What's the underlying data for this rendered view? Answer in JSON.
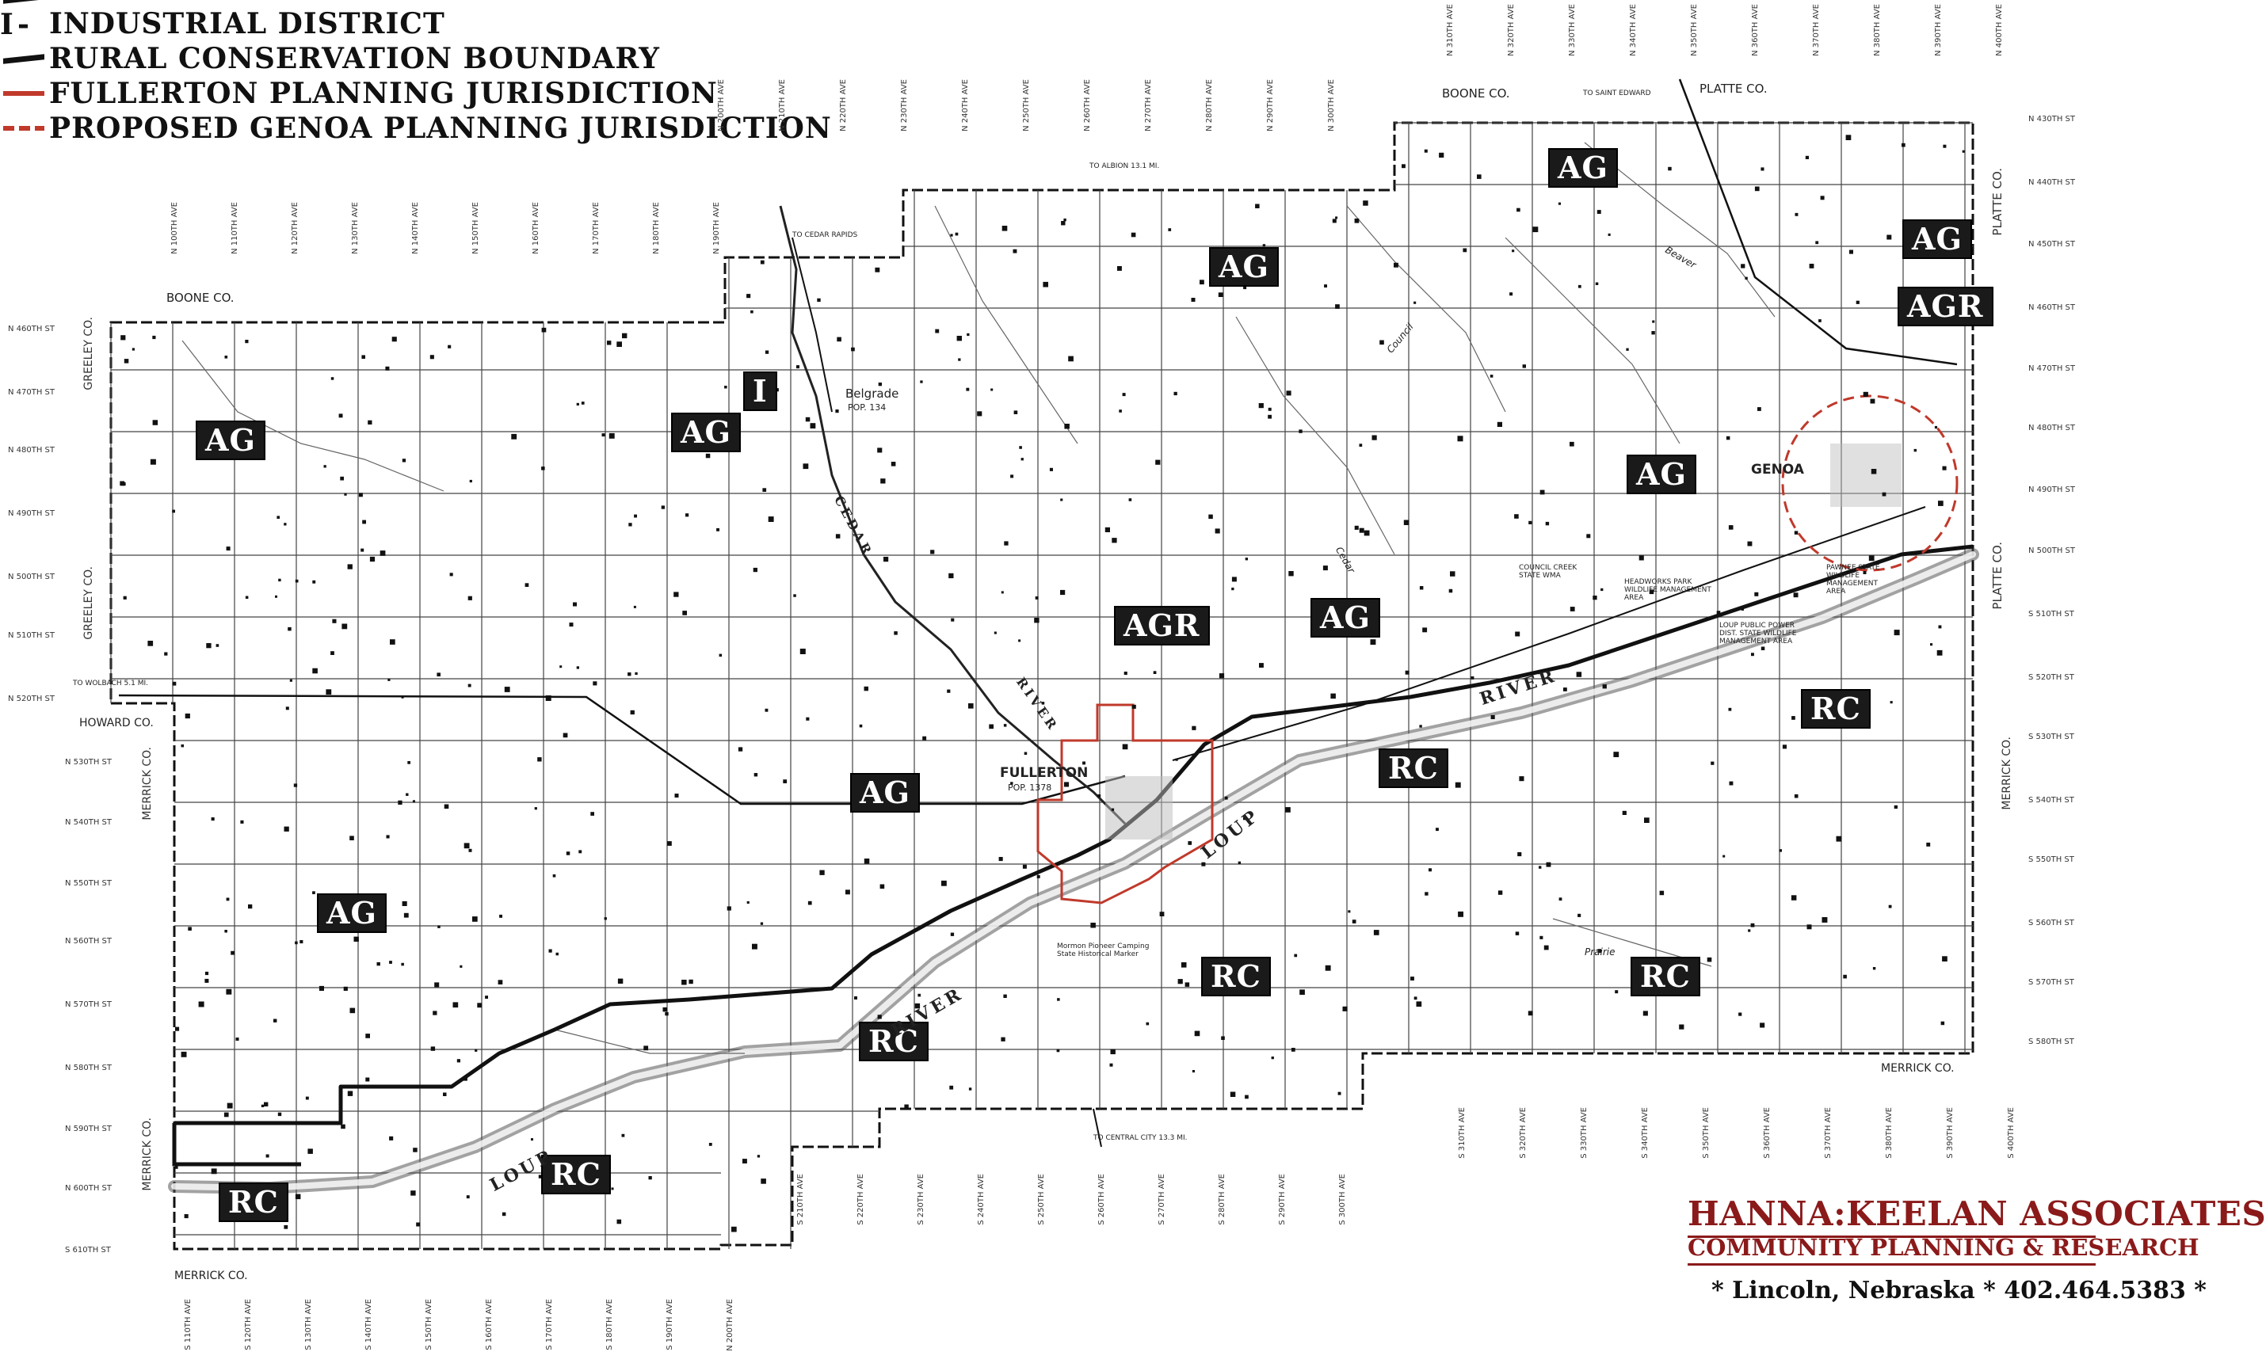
{
  "legend": {
    "items": [
      {
        "symbol": "line",
        "label": "RURAL CONSERVATION BOUNDARY"
      },
      {
        "symbol": "letter",
        "symbol_text": "I",
        "label": "INDUSTRIAL DISTRICT"
      },
      {
        "symbol": "red-line",
        "label": "FULLERTON PLANNING JURISDICTION"
      },
      {
        "symbol": "red-dash",
        "label": "PROPOSED GENOA PLANNING JURISDICTION"
      }
    ]
  },
  "zones": [
    {
      "code": "AG"
    },
    {
      "code": "AG"
    },
    {
      "code": "AG"
    },
    {
      "code": "AG"
    },
    {
      "code": "AG"
    },
    {
      "code": "AG"
    },
    {
      "code": "AG"
    },
    {
      "code": "AG"
    },
    {
      "code": "AGR"
    },
    {
      "code": "AGR"
    },
    {
      "code": "I"
    },
    {
      "code": "RC"
    },
    {
      "code": "RC"
    },
    {
      "code": "RC"
    },
    {
      "code": "RC"
    },
    {
      "code": "RC"
    },
    {
      "code": "RC"
    },
    {
      "code": "RC"
    }
  ],
  "places": {
    "fullerton": "FULLERTON",
    "fullerton_pop": "POP. 1378",
    "genoa": "GENOA",
    "belgrade": "Belgrade",
    "belgrade_pop": "POP. 134"
  },
  "rivers": {
    "loup_1": "LOUP",
    "loup_2": "LOUP",
    "river_1": "RIVER",
    "river_2": "RIVER",
    "cedar": "CEDAR",
    "river_3": "RIVER"
  },
  "counties": {
    "boone_top": "BOONE CO.",
    "boone_left": "BOONE CO.",
    "platte_top": "PLATTE CO.",
    "platte_right_1": "PLATTE CO.",
    "platte_right_2": "PLATTE CO.",
    "greeley_1": "GREELEY CO.",
    "greeley_2": "GREELEY CO.",
    "howard": "HOWARD CO.",
    "merrick_left_1": "MERRICK CO.",
    "merrick_left_2": "MERRICK CO.",
    "merrick_bottom": "MERRICK CO.",
    "merrick_right": "MERRICK CO.",
    "merrick_right_bottom": "MERRICK CO."
  },
  "street_labels": {
    "right": [
      "N 430TH ST",
      "N 440TH ST",
      "N 450TH ST",
      "N 460TH ST",
      "N 470TH ST",
      "N 480TH ST",
      "N 490TH ST",
      "N 500TH ST",
      "S 510TH ST",
      "S 520TH ST",
      "S 530TH ST",
      "S 540TH ST",
      "S 550TH ST",
      "S 560TH ST",
      "S 570TH ST",
      "S 580TH ST"
    ],
    "left": [
      "N 460TH ST",
      "N 470TH ST",
      "N 480TH ST",
      "N 490TH ST",
      "N 500TH ST",
      "N 510TH ST",
      "N 520TH ST",
      "N 530TH ST",
      "N 540TH ST",
      "N 550TH ST",
      "N 560TH ST",
      "N 570TH ST",
      "N 580TH ST",
      "N 590TH ST",
      "N 600TH ST",
      "S 610TH ST"
    ]
  },
  "avenue_labels": {
    "top_left": [
      "N 100TH AVE",
      "N 110TH AVE",
      "N 120TH AVE",
      "N 130TH AVE",
      "N 140TH AVE",
      "N 150TH AVE",
      "N 160TH AVE",
      "N 170TH AVE",
      "N 180TH AVE",
      "N 190TH AVE"
    ],
    "top_mid": [
      "N 200TH AVE",
      "N 210TH AVE",
      "N 220TH AVE",
      "N 230TH AVE",
      "N 240TH AVE",
      "N 250TH AVE",
      "N 260TH AVE",
      "N 270TH AVE",
      "N 280TH AVE",
      "N 290TH AVE",
      "N 300TH AVE"
    ],
    "top_right": [
      "N 310TH AVE",
      "N 320TH AVE",
      "N 330TH AVE",
      "N 340TH AVE",
      "N 350TH AVE",
      "N 360TH AVE",
      "N 370TH AVE",
      "N 380TH AVE",
      "N 390TH AVE",
      "N 400TH AVE"
    ],
    "bottom_left": [
      "S 110TH AVE",
      "S 120TH AVE",
      "S 130TH AVE",
      "S 140TH AVE",
      "S 150TH AVE",
      "S 160TH AVE",
      "S 170TH AVE",
      "S 180TH AVE",
      "S 190TH AVE",
      "N 200TH AVE"
    ],
    "bottom_mid": [
      "S 210TH AVE",
      "S 220TH AVE",
      "S 230TH AVE",
      "S 240TH AVE",
      "S 250TH AVE",
      "S 260TH AVE",
      "S 270TH AVE",
      "S 280TH AVE",
      "S 290TH AVE",
      "S 300TH AVE"
    ],
    "bottom_right": [
      "S 310TH AVE",
      "S 320TH AVE",
      "S 330TH AVE",
      "S 340TH AVE",
      "S 350TH AVE",
      "S 360TH AVE",
      "S 370TH AVE",
      "S 380TH AVE",
      "S 390TH AVE",
      "S 400TH AVE"
    ]
  },
  "misc_labels": {
    "to_cedar_rapids": "TO CEDAR RAPIDS",
    "to_albion": "TO ALBION 13.1 MI.",
    "to_saint_edward": "TO SAINT EDWARD",
    "to_central_city": "TO CENTRAL CITY 13.3 MI.",
    "to_wolbach": "TO WOLBACH 5.1 MI.",
    "council_creek": "COUNCIL CREEK STATE WMA",
    "headworks": "HEADWORKS PARK WILDLIFE MANAGEMENT AREA",
    "pawnee_state": "PAWNEE STATE WILDLIFE MANAGEMENT AREA",
    "mormon_pioneer": "Mormon Pioneer Camping State Historical Marker",
    "loup_public_power": "LOUP PUBLIC POWER DIST. STATE WILDLIFE MANAGEMENT AREA",
    "prairie_creek": "Prairie",
    "cedar_creek": "Cedar",
    "council": "Council",
    "beaver": "Beaver"
  },
  "title_block": {
    "firm": "HANNA:KEELAN ASSOCIATES",
    "subtitle": "COMMUNITY PLANNING & RESEARCH",
    "contact": "* Lincoln, Nebraska * 402.464.5383 *"
  },
  "colors": {
    "zone_label_bg": "#1a1a1a",
    "fullerton_line": "#c0392b",
    "genoa_line": "#c0392b",
    "firm_color": "#8b1a1a"
  }
}
